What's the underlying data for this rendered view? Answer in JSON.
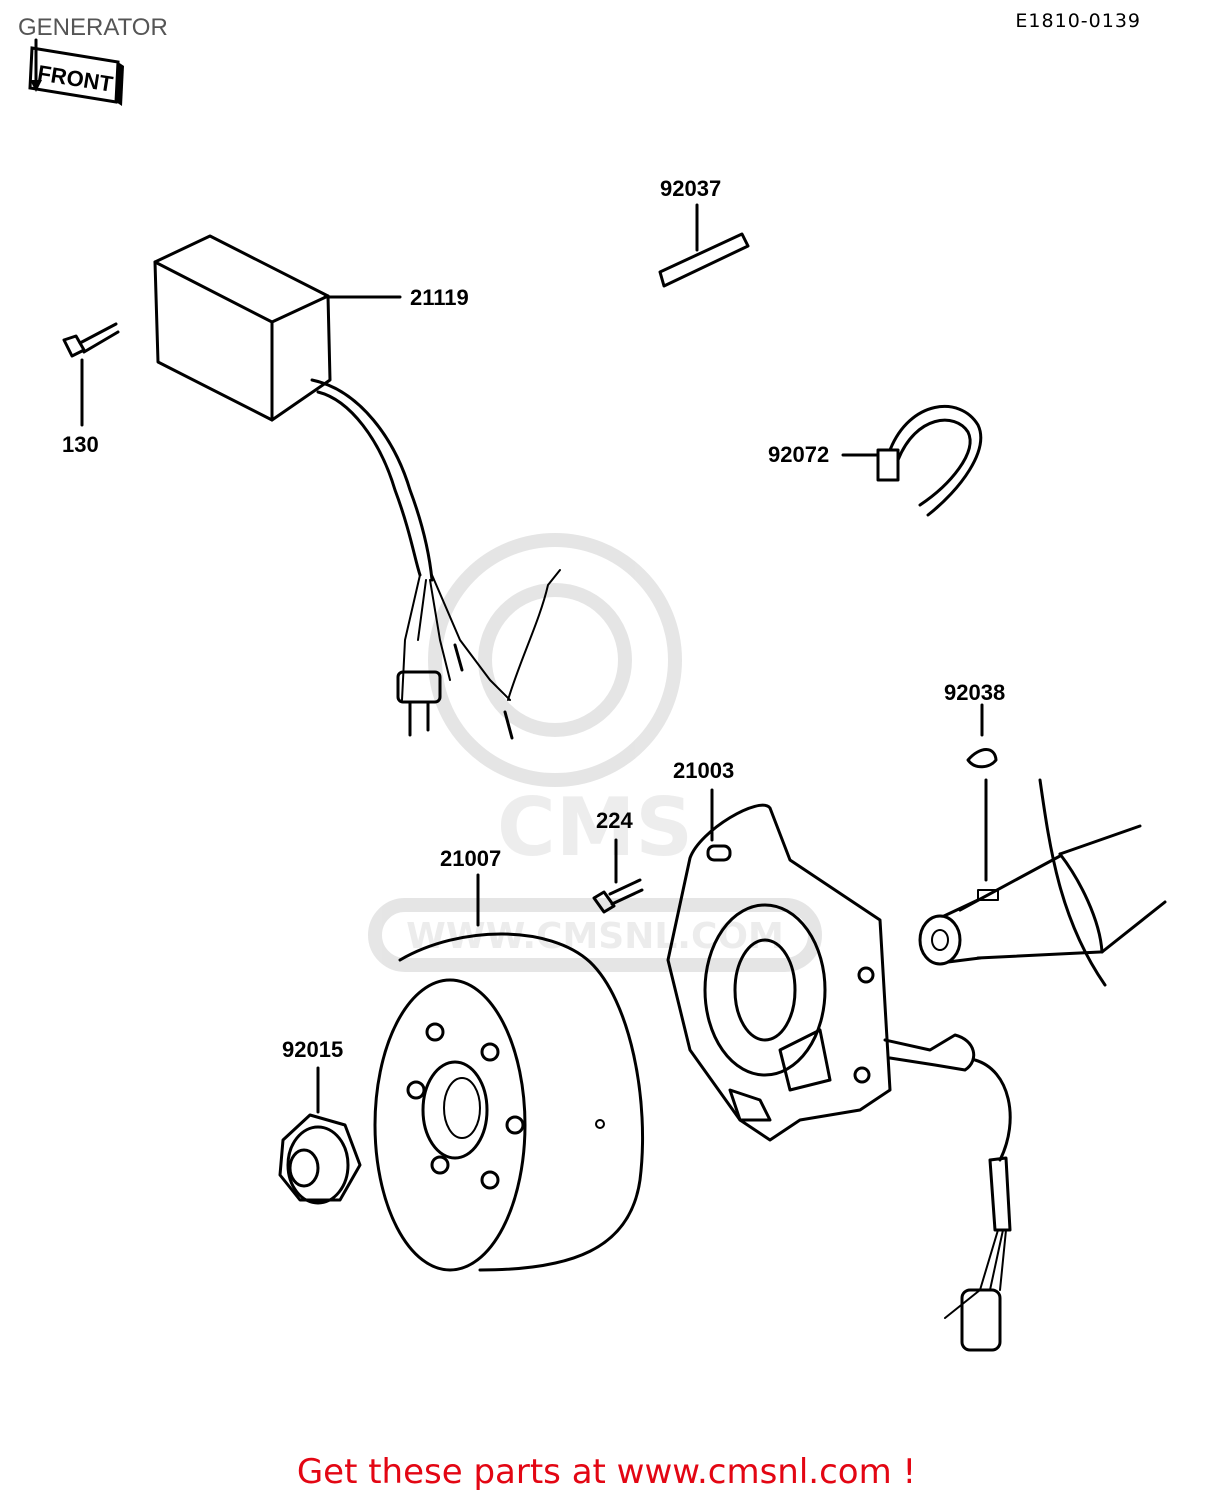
{
  "header": {
    "title": "GENERATOR",
    "ref_code": "E1810-0139"
  },
  "front_marker": {
    "label": "FRONT"
  },
  "parts": {
    "ignition_box": "21119",
    "bolt": "130",
    "key_92037": "92037",
    "clamp": "92072",
    "woodruff_key": "92038",
    "stator": "21003",
    "screw": "224",
    "flywheel": "21007",
    "nut": "92015"
  },
  "watermark": {
    "text": "WWW.CMSNL.COM",
    "logo": "CMS"
  },
  "footer": {
    "cta": "Get these parts at www.cmsnl.com !"
  }
}
